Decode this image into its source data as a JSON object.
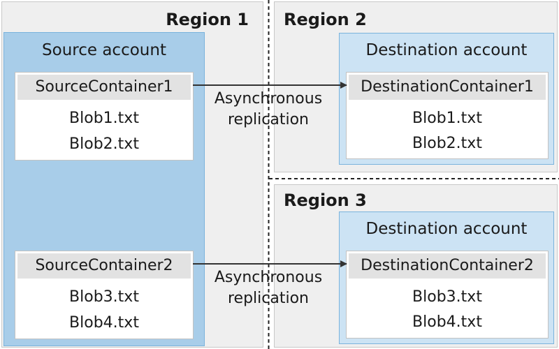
{
  "regions": {
    "r1": {
      "title": "Region 1"
    },
    "r2": {
      "title": "Region 2"
    },
    "r3": {
      "title": "Region 3"
    }
  },
  "source_account": {
    "title": "Source account",
    "containers": [
      {
        "name": "SourceContainer1",
        "blobs": [
          "Blob1.txt",
          "Blob2.txt"
        ]
      },
      {
        "name": "SourceContainer2",
        "blobs": [
          "Blob3.txt",
          "Blob4.txt"
        ]
      }
    ]
  },
  "destination_accounts": [
    {
      "title": "Destination account",
      "container": {
        "name": "DestinationContainer1",
        "blobs": [
          "Blob1.txt",
          "Blob2.txt"
        ]
      }
    },
    {
      "title": "Destination account",
      "container": {
        "name": "DestinationContainer2",
        "blobs": [
          "Blob3.txt",
          "Blob4.txt"
        ]
      }
    }
  ],
  "replication": [
    {
      "line1": "Asynchronous",
      "line2": "replication"
    },
    {
      "line1": "Asynchronous",
      "line2": "replication"
    }
  ],
  "colors": {
    "region_bg": "#efefef",
    "source_account": "#a8cde9",
    "destination_account": "#cce3f4",
    "container_header": "#e2e2e2",
    "arrow": "#333333"
  }
}
